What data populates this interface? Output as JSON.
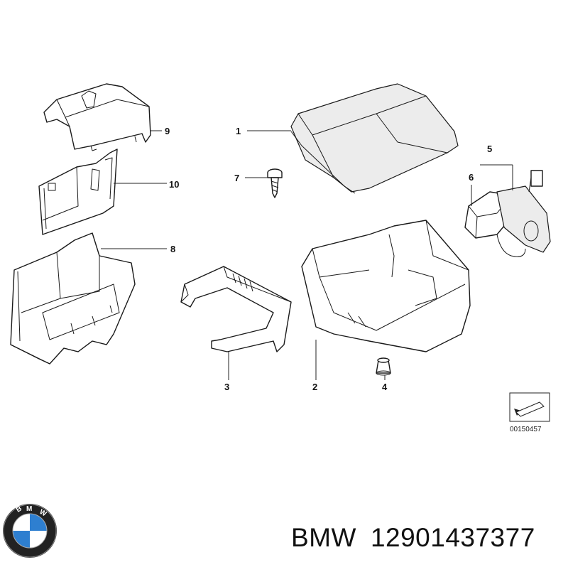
{
  "callouts": [
    {
      "id": "1",
      "label": "1"
    },
    {
      "id": "2",
      "label": "2"
    },
    {
      "id": "3",
      "label": "3"
    },
    {
      "id": "4",
      "label": "4"
    },
    {
      "id": "5",
      "label": "5"
    },
    {
      "id": "6",
      "label": "6"
    },
    {
      "id": "7",
      "label": "7"
    },
    {
      "id": "8",
      "label": "8"
    },
    {
      "id": "9",
      "label": "9"
    },
    {
      "id": "10",
      "label": "10"
    }
  ],
  "reference_code": "00150457",
  "logo": {
    "text": "BMW",
    "colors": {
      "blue": "#2e7fd0",
      "white": "#ffffff",
      "ring": "#222222"
    }
  },
  "caption": {
    "brand": "BMW",
    "part_number": "12901437377"
  }
}
